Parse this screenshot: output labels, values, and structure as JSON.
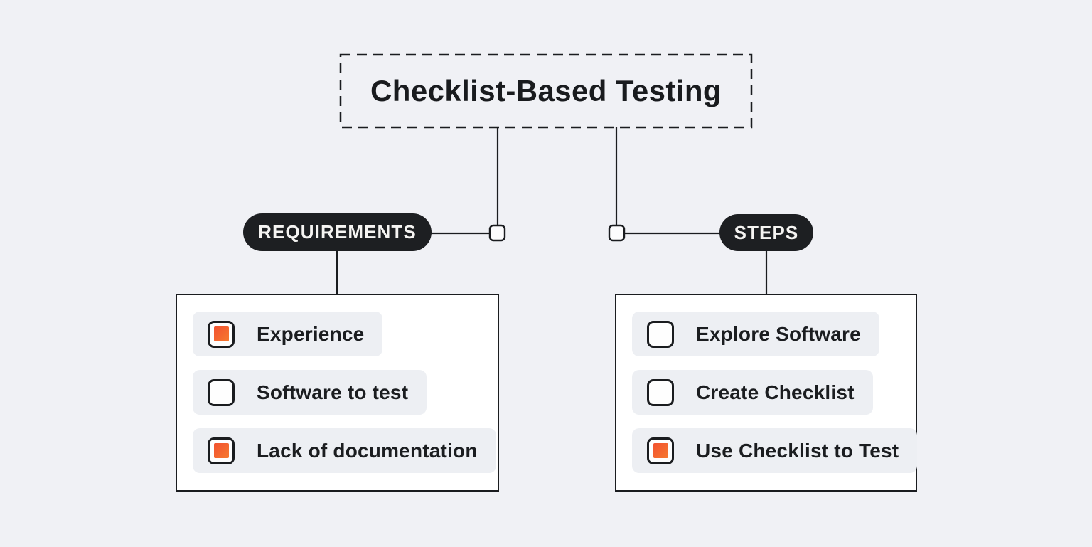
{
  "title": "Checklist-Based Testing",
  "branches": [
    {
      "label": "REQUIREMENTS",
      "items": [
        {
          "label": "Experience",
          "checked": true
        },
        {
          "label": "Software to test",
          "checked": false
        },
        {
          "label": "Lack of documentation",
          "checked": true
        }
      ]
    },
    {
      "label": "STEPS",
      "items": [
        {
          "label": "Explore Software",
          "checked": false
        },
        {
          "label": "Create Checklist",
          "checked": false
        },
        {
          "label": "Use Checklist to Test",
          "checked": true
        }
      ]
    }
  ],
  "colors": {
    "page_bg": "#F0F1F5",
    "panel_bg": "#FFFFFF",
    "row_bg": "#EDEFF3",
    "node_bg": "#1D1F22",
    "node_text": "#F5F4F2",
    "line": "#1A1C1F",
    "text": "#1B1D20",
    "accent_orange": "#F4602C"
  }
}
